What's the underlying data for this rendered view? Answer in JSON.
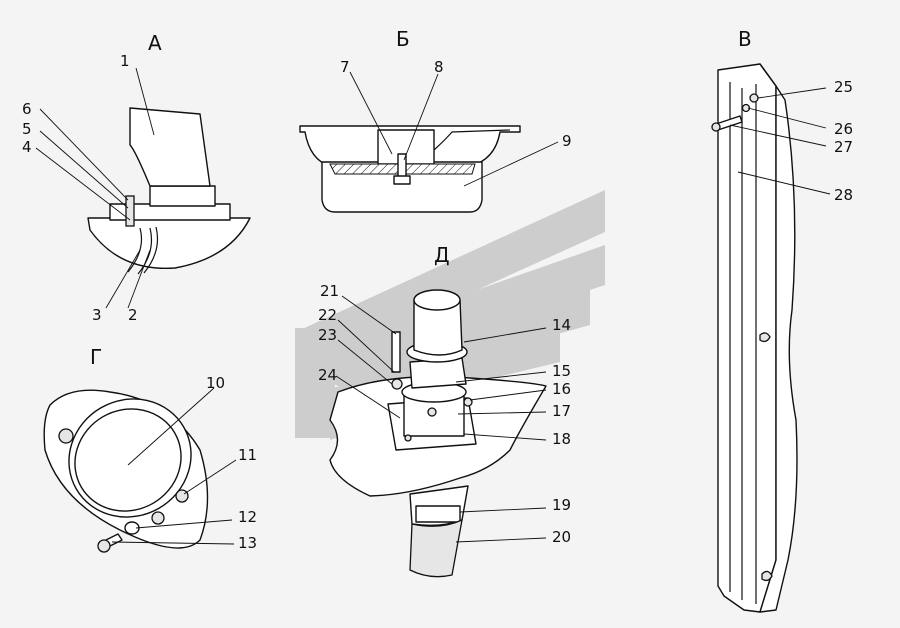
{
  "views": [
    {
      "id": "A",
      "label": "А"
    },
    {
      "id": "B",
      "label": "Б"
    },
    {
      "id": "V",
      "label": "В"
    },
    {
      "id": "G",
      "label": "Г"
    },
    {
      "id": "D",
      "label": "Д"
    }
  ],
  "callouts": [
    "1",
    "2",
    "3",
    "4",
    "5",
    "6",
    "7",
    "8",
    "9",
    "10",
    "11",
    "12",
    "13",
    "14",
    "15",
    "16",
    "17",
    "18",
    "19",
    "20",
    "21",
    "22",
    "23",
    "24",
    "25",
    "26",
    "27",
    "28"
  ],
  "watermark": {
    "color": "#c8c8c8"
  }
}
